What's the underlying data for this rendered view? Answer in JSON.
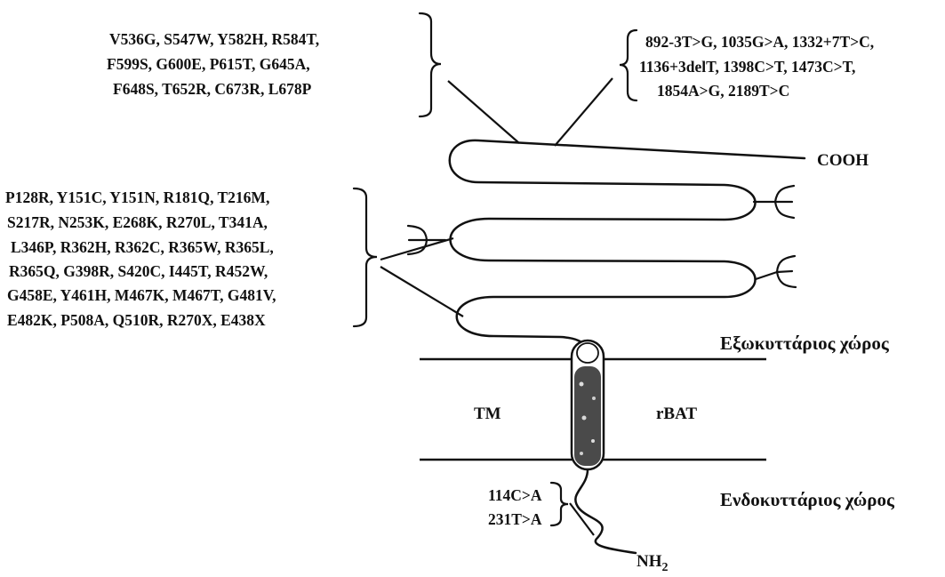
{
  "mutation_groups": {
    "top_left": [
      "V536G, S547W, Y582H, R584T,",
      "F599S, G600E, P615T, G645A,",
      "F648S, T652R, C673R, L678P"
    ],
    "top_right": [
      "892-3T>G, 1035G>A, 1332+7T>C,",
      "1136+3delT, 1398C>T, 1473C>T,",
      "1854A>G, 2189T>C"
    ],
    "left": [
      "P128R, Y151C, Y151N, R181Q, T216M,",
      "S217R, N253K, E268K, R270L, T341A,",
      "L346P, R362H, R362C, R365W, R365L,",
      "R365Q, G398R, S420C, I445T, R452W,",
      "G458E, Y461H, M467K, M467T, G481V,",
      "E482K, P508A, Q510R, R270X, E438X"
    ],
    "bottom": [
      "114C>A",
      "231T>A"
    ]
  },
  "labels": {
    "cooh": "COOH",
    "nh2_main": "NH",
    "nh2_sub": "2",
    "tm": "TM",
    "protein": "rBAT",
    "extracellular": "Εξωκυττάριος χώρος",
    "intracellular": "Ενδοκυττάριος χώρος"
  }
}
